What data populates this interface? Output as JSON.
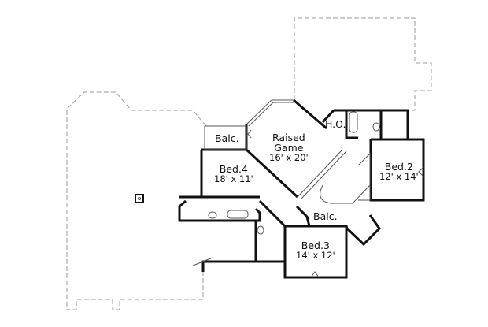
{
  "rooms": [
    {
      "name": "Raised Game",
      "name_line1": "Raised",
      "name_line2": "Game",
      "size": "16' x 20'"
    },
    {
      "name": "Bed.4",
      "size": "18' x 11'"
    },
    {
      "name": "Bed.2",
      "size": "12' x 14'"
    },
    {
      "name": "Bed.3",
      "size": "14' x 12'"
    },
    {
      "name": "Balc."
    },
    {
      "name": "Balc."
    },
    {
      "name": "H.O."
    }
  ],
  "colors": {
    "wall": "#111111",
    "outline_dashed": "#9a9a9a",
    "fixture": "#777777"
  }
}
